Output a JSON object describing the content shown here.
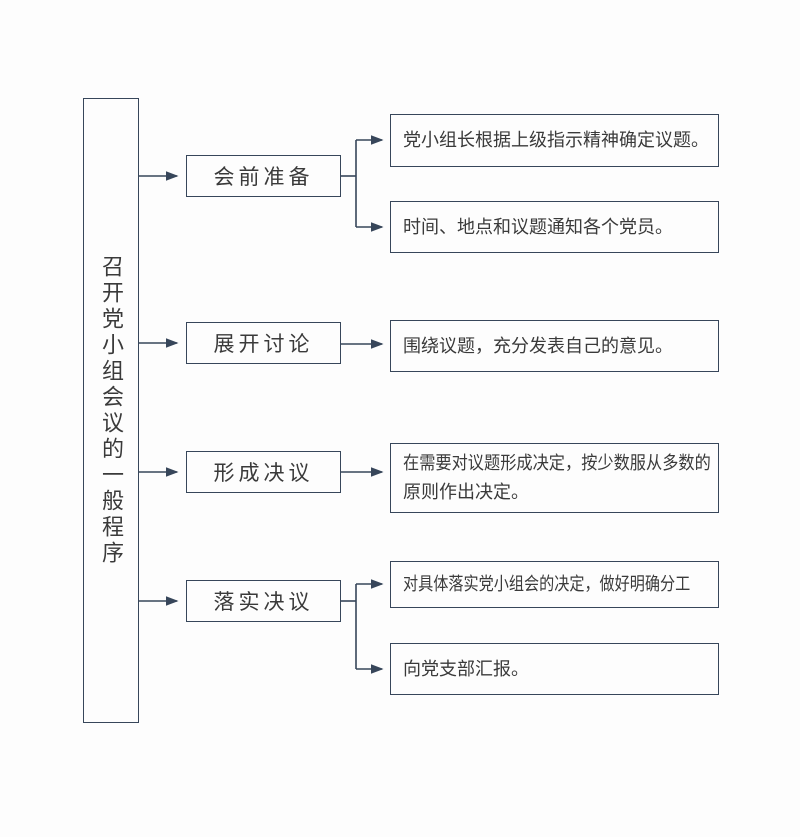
{
  "diagram": {
    "title": "召开党小组会议的一般程序",
    "stages": [
      {
        "label": "会前准备"
      },
      {
        "label": "展开讨论"
      },
      {
        "label": "形成决议"
      },
      {
        "label": "落实决议"
      }
    ],
    "details": [
      {
        "lines": [
          "党小组长根据上级指示精神确定议题。"
        ]
      },
      {
        "lines": [
          "时间、地点和议题通知各个党员。"
        ]
      },
      {
        "lines": [
          "围绕议题，充分发表自己的意见。"
        ]
      },
      {
        "lines": [
          "在需要对议题形成决定，按少数服从多数的",
          "原则作出决定。"
        ]
      },
      {
        "lines": [
          "对具体落实党小组会的决定，做好明确分工"
        ]
      },
      {
        "lines": [
          "向党支部汇报。"
        ]
      }
    ],
    "colors": {
      "line": "#37465a",
      "text": "#3a3a3a",
      "background": "#fdfdfd"
    }
  }
}
